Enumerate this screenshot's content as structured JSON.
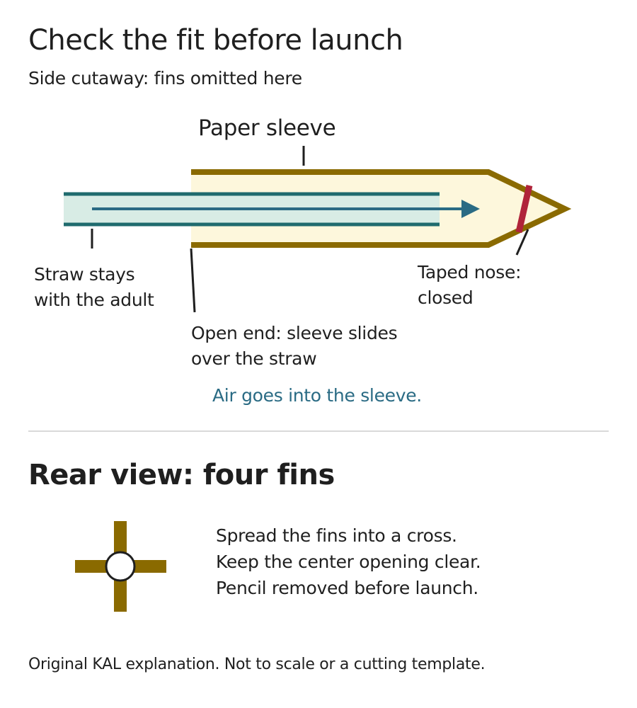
{
  "title": "Check the fit before launch",
  "subtitle": "Side cutaway: fins omitted here",
  "side_view": {
    "sleeve_label": "Paper sleeve",
    "straw_label_line1": "Straw stays",
    "straw_label_line2": "with the adult",
    "open_end_label_line1": "Open end: sleeve slides",
    "open_end_label_line2": "over the straw",
    "nose_label_line1": "Taped nose:",
    "nose_label_line2": "closed",
    "air_caption": "Air goes into the sleeve."
  },
  "rear_view": {
    "title": "Rear view: four fins",
    "instructions": [
      "Spread the fins into a cross.",
      "Keep the center opening clear.",
      "Pencil removed before launch."
    ]
  },
  "footnote": "Original KAL explanation. Not to scale or a cutting template.",
  "colors": {
    "sleeve_outline": "#8a6a00",
    "sleeve_fill": "#fdf7dc",
    "straw_outline": "#1f6b6e",
    "straw_fill": "#d8ece5",
    "air_arrow": "#2a6b84",
    "tape": "#b0243a",
    "divider": "#d9d9d9"
  }
}
